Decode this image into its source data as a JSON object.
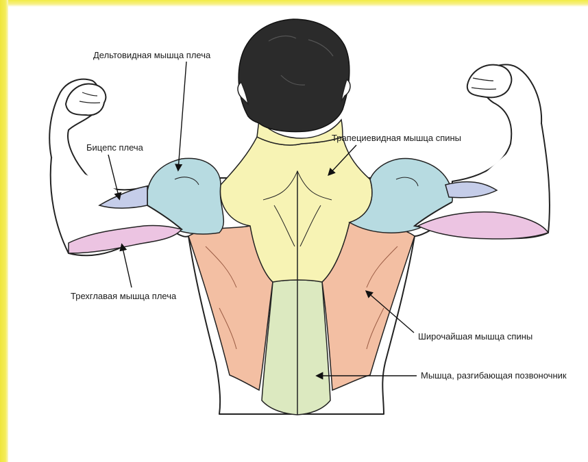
{
  "diagram": {
    "labels": {
      "deltoid": "Дельтовидная мышца плеча",
      "biceps": "Бицепс плеча",
      "trapezius": "Трапециевидная мышца спины",
      "triceps": "Трехглавая мышца плеча",
      "latissimus": "Широчайшая мышца спины",
      "erector": "Мышца, разгибающая позвоночник"
    },
    "colors": {
      "deltoid": "#b7dbe1",
      "biceps": "#c5cde9",
      "trapezius": "#f7f3b4",
      "triceps": "#ecc4e2",
      "latissimus": "#f3bfa3",
      "erector": "#dce9c0",
      "hair": "#2b2b2b",
      "frame": "#f6ee3a"
    }
  }
}
